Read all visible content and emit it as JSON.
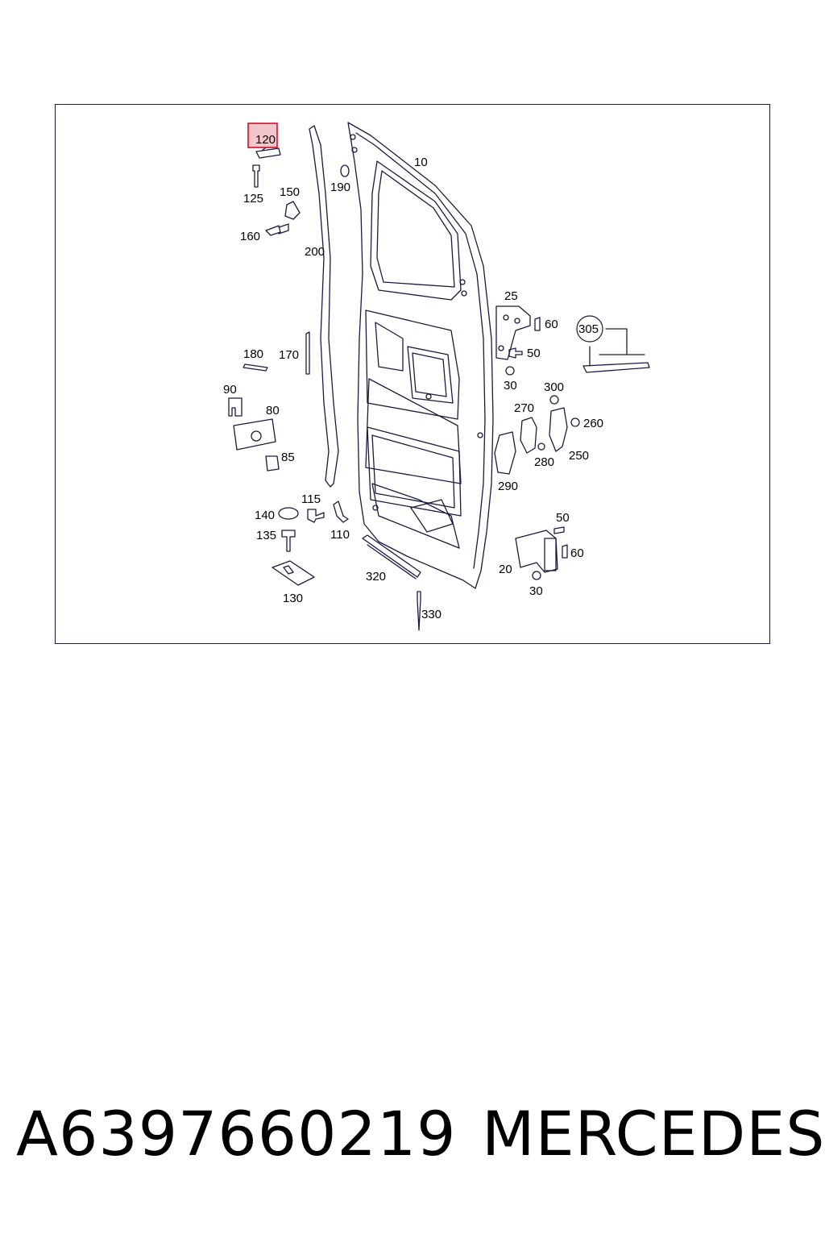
{
  "diagram": {
    "highlighted_label": "120",
    "labels": {
      "l120": "120",
      "l125": "125",
      "l150": "150",
      "l160a": "160",
      "l200": "200",
      "l190": "190",
      "l10": "10",
      "l25": "25",
      "l60a": "60",
      "l305": "305",
      "l180": "180",
      "l170": "170",
      "l50a": "50",
      "l30a": "30",
      "l300": "300",
      "l90": "90",
      "l80": "80",
      "l270": "270",
      "l260": "260",
      "l280": "280",
      "l250": "250",
      "l85": "85",
      "l290": "290",
      "l115": "115",
      "l140": "140",
      "l50b": "50",
      "l135": "135",
      "l110": "110",
      "l60b": "60",
      "l20": "20",
      "l320": "320",
      "l130": "130",
      "l30b": "30",
      "l330": "330"
    }
  },
  "caption": {
    "part_number": "A6397660219",
    "brand": "MERCEDES"
  },
  "colors": {
    "line": "#1a1a40",
    "highlight_fill": "#f3c6cb",
    "highlight_stroke": "#d0021b"
  }
}
